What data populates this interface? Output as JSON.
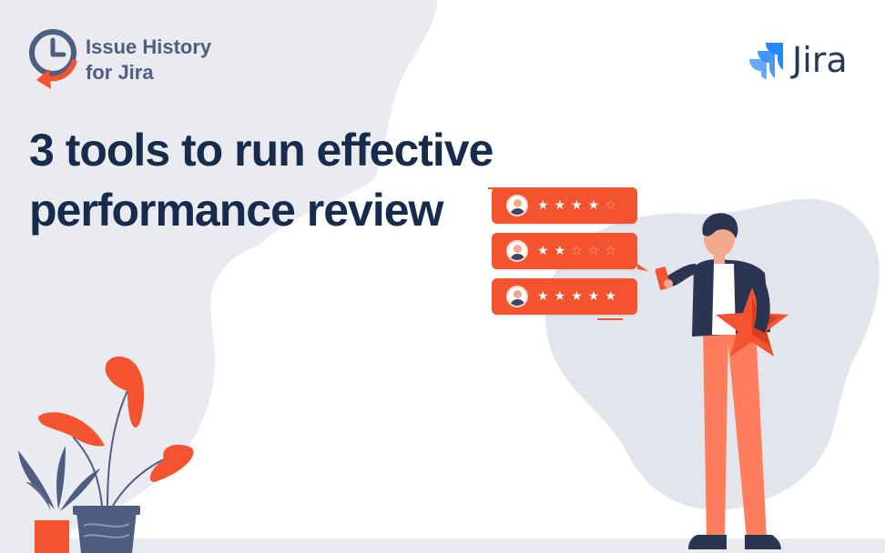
{
  "brand": {
    "name": "Issue History for Jira",
    "icon": "clock-history-icon",
    "colors": {
      "text": "#4e5d80",
      "accent": "#f4532f",
      "dark": "#4e5d80"
    }
  },
  "partner": {
    "name": "Jira",
    "icon": "jira-logo-icon",
    "color": "#2684ff"
  },
  "headline": {
    "line1": "3 tools to run effective",
    "line2": "performance review"
  },
  "ratings": [
    {
      "filled": 4,
      "total": 5
    },
    {
      "filled": 2,
      "total": 5
    },
    {
      "filled": 5,
      "total": 5
    }
  ],
  "illustration": {
    "elements": [
      "person-with-star-illustration",
      "plant-illustration",
      "rating-cards"
    ],
    "accent_color": "#f4532f"
  }
}
